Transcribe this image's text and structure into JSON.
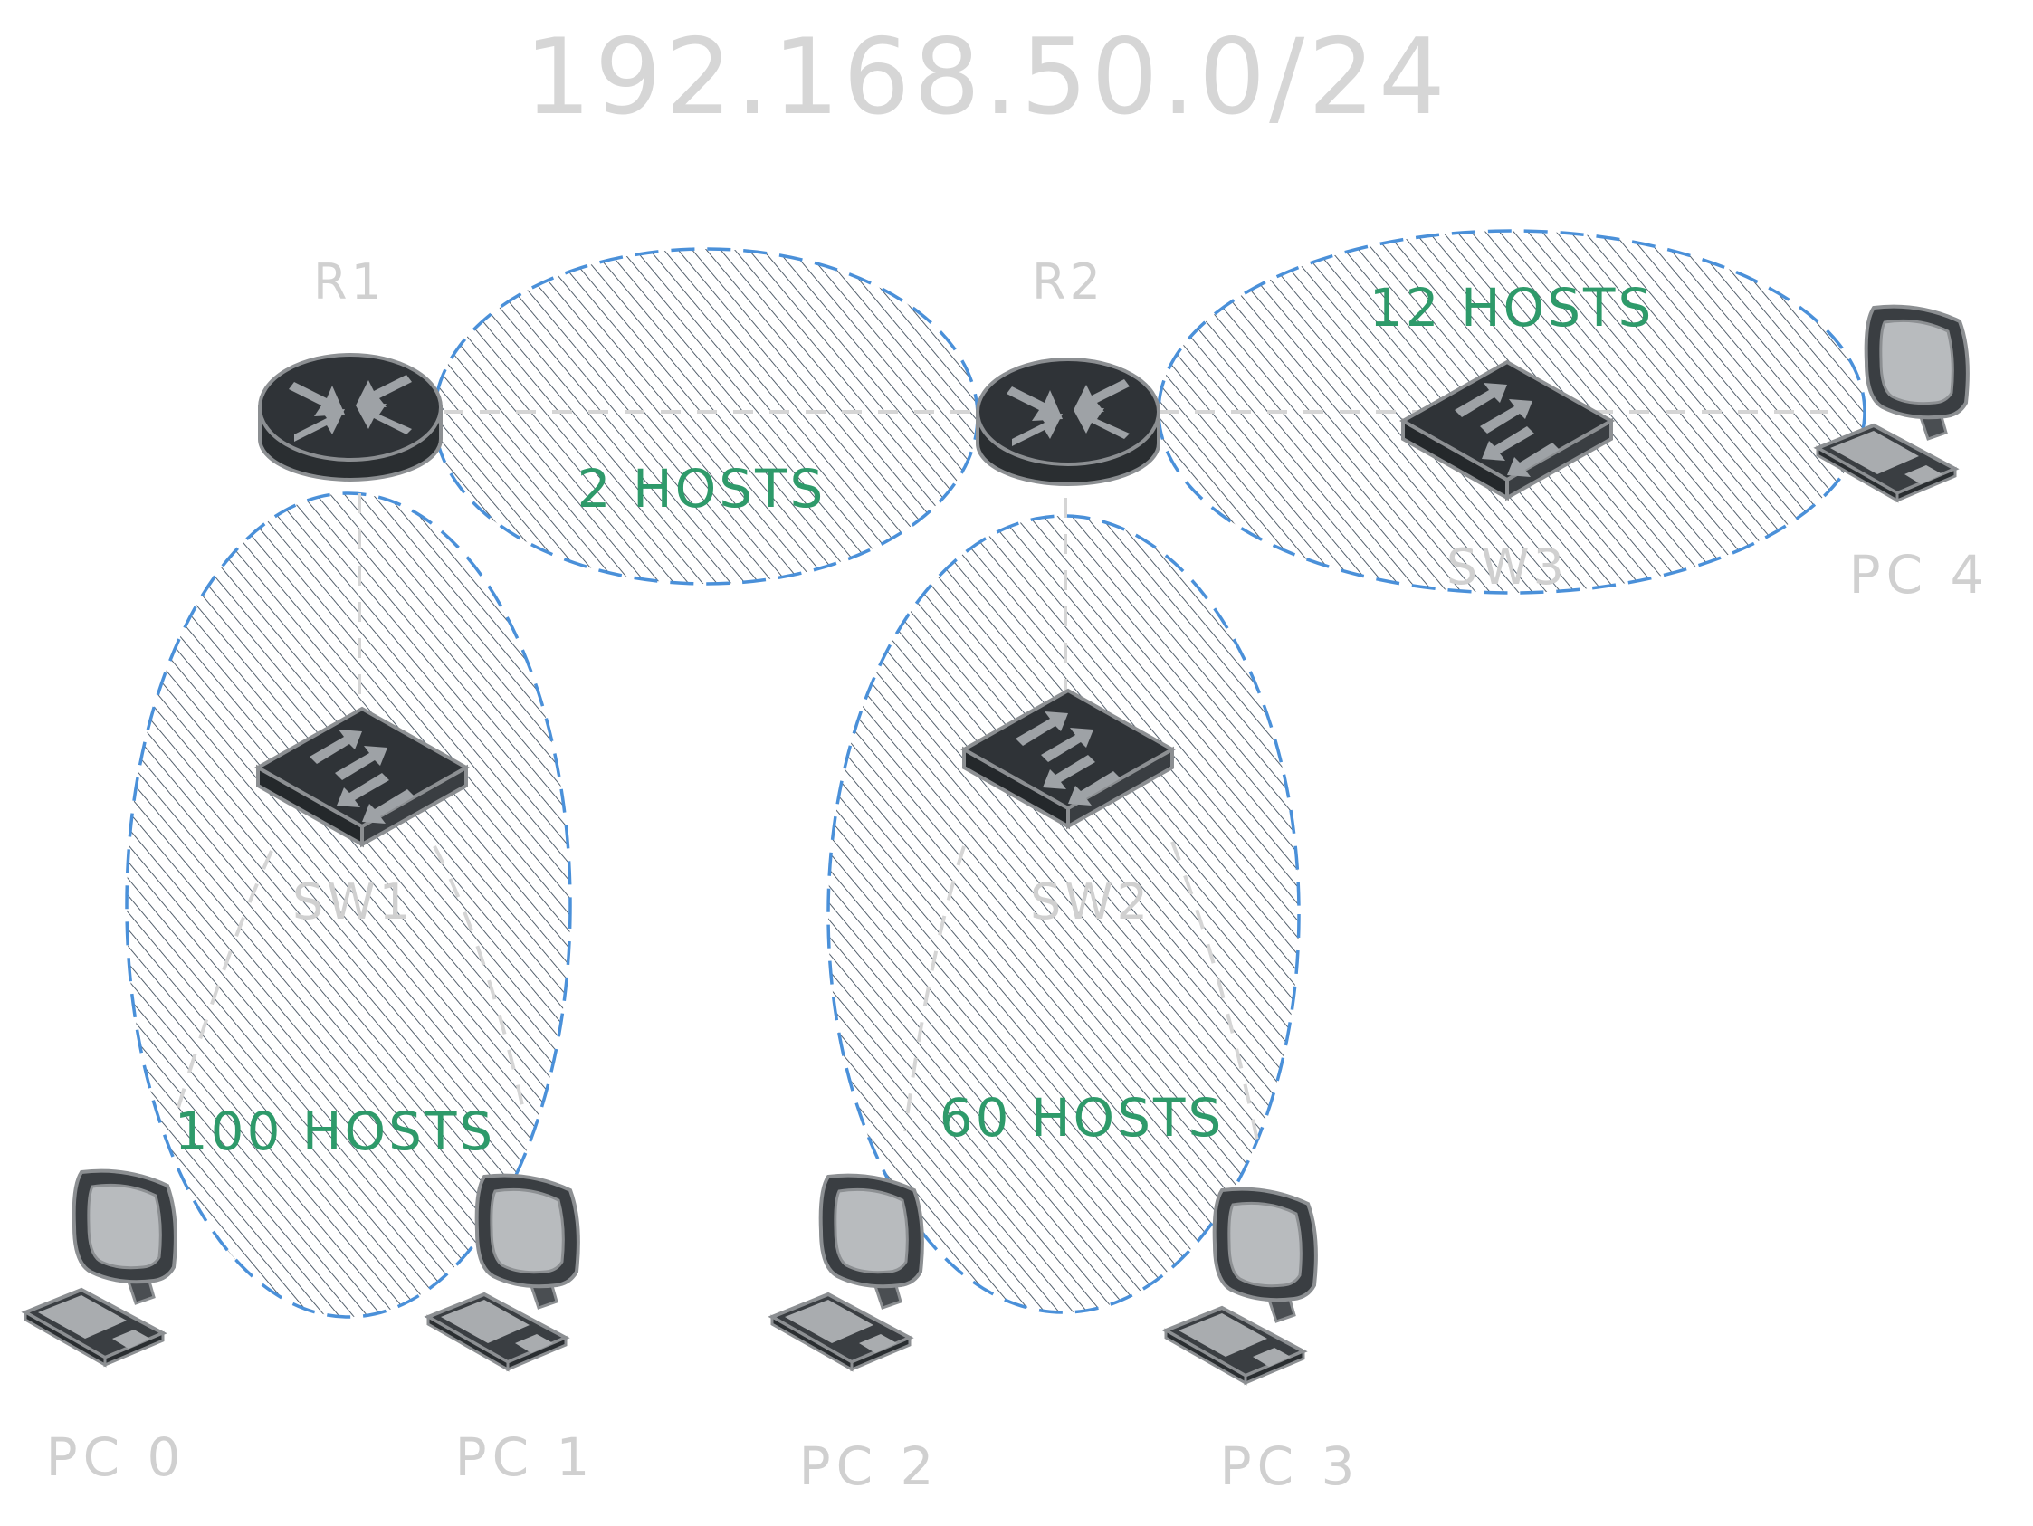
{
  "title": "192.168.50.0/24",
  "colors": {
    "subnet_border": "#4a90d9",
    "hatch": "#2b3a4a",
    "hosts_text": "#2e9a6a",
    "device_body": "#2f3337",
    "label_gray": "#d0d0d0"
  },
  "routers": [
    {
      "name": "R1",
      "icon": "router-icon"
    },
    {
      "name": "R2",
      "icon": "router-icon"
    }
  ],
  "switches": [
    {
      "name": "SW1",
      "icon": "switch-icon"
    },
    {
      "name": "SW2",
      "icon": "switch-icon"
    },
    {
      "name": "SW3",
      "icon": "switch-icon"
    }
  ],
  "pcs": [
    {
      "name": "PC 0",
      "icon": "computer-icon"
    },
    {
      "name": "PC 1",
      "icon": "computer-icon"
    },
    {
      "name": "PC 2",
      "icon": "computer-icon"
    },
    {
      "name": "PC 3",
      "icon": "computer-icon"
    },
    {
      "name": "PC 4",
      "icon": "computer-icon"
    }
  ],
  "subnets": [
    {
      "hosts": "100 HOSTS"
    },
    {
      "hosts": "2 HOSTS"
    },
    {
      "hosts": "60 HOSTS"
    },
    {
      "hosts": "12 HOSTS"
    }
  ]
}
